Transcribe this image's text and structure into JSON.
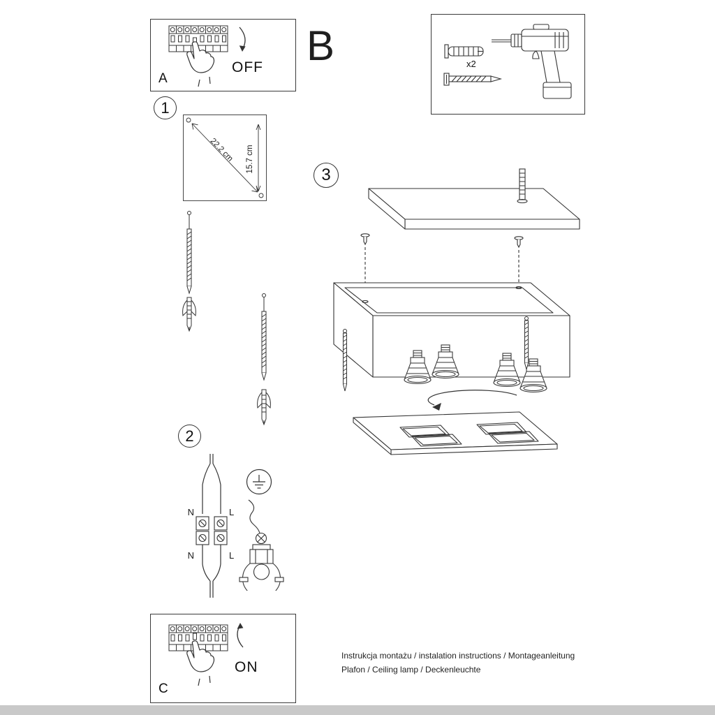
{
  "footer": {
    "line1": "Instrukcja montażu / instalation instructions / Montageanleitung",
    "line2": "Plafon / Ceiling lamp / Deckenleuchte"
  },
  "panels": {
    "a": {
      "label": "A",
      "switch_state": "OFF"
    },
    "b": {
      "label": "B",
      "tools_quantity": "x2"
    },
    "c": {
      "label": "C",
      "switch_state": "ON"
    }
  },
  "steps": {
    "one": {
      "number": "1",
      "dim_diagonal": "22.2 cm",
      "dim_vertical": "15.7 cm"
    },
    "two": {
      "number": "2",
      "labels": {
        "top_left": "N",
        "top_right": "L",
        "bottom_left": "N",
        "bottom_right": "L"
      }
    },
    "three": {
      "number": "3"
    }
  },
  "colors": {
    "line": "#333333",
    "text": "#1a1a1a",
    "background": "#ffffff",
    "bottom_bar": "#c9c9c9"
  }
}
